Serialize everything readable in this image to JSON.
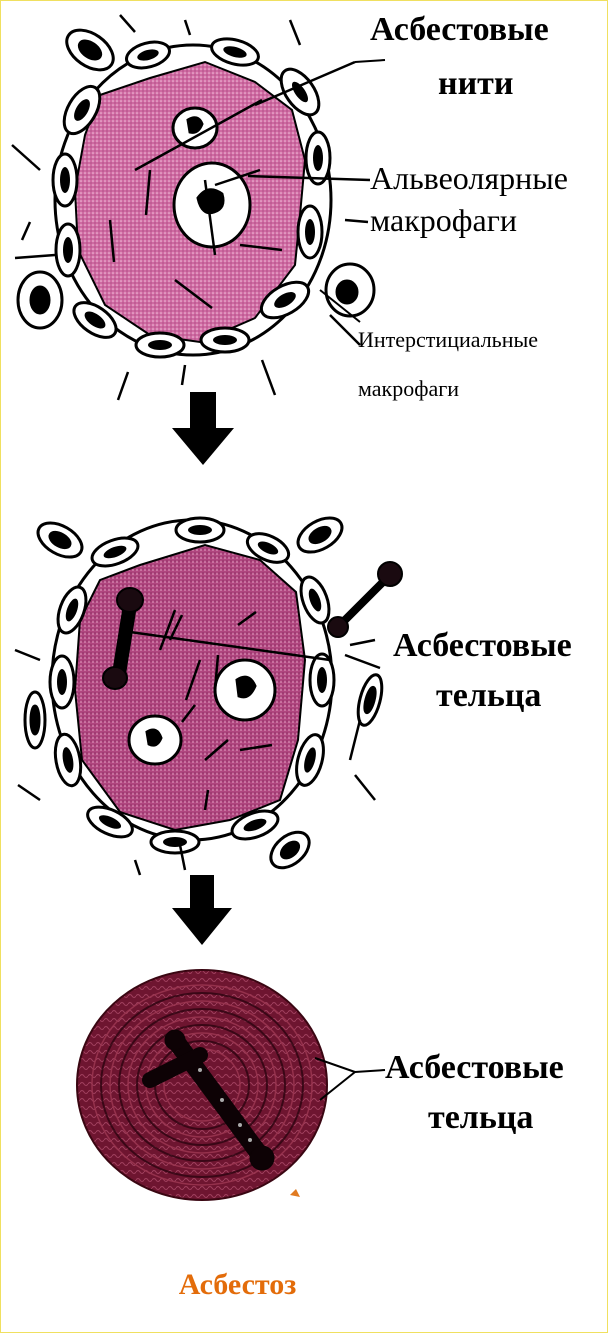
{
  "labels": {
    "fibers_line1": "Асбестовые",
    "fibers_line2": "нити",
    "alveolar_line1": "Альвеолярные",
    "alveolar_line2": "макрофаги",
    "interstitial_line1": "Интерстициальные",
    "interstitial_line2": "макрофаги",
    "bodies_mid_line1": "Асбестовые",
    "bodies_mid_line2": "тельца",
    "bodies_bottom_line1": "Асбестовые",
    "bodies_bottom_line2": "тельца"
  },
  "caption": "Асбестоз",
  "colors": {
    "alveolus_fill": "#c8609a",
    "alveolus_fill_dark": "#a13c78",
    "nodule": "#5a0e25",
    "caption": "#e36c0a",
    "ink": "#000000"
  }
}
